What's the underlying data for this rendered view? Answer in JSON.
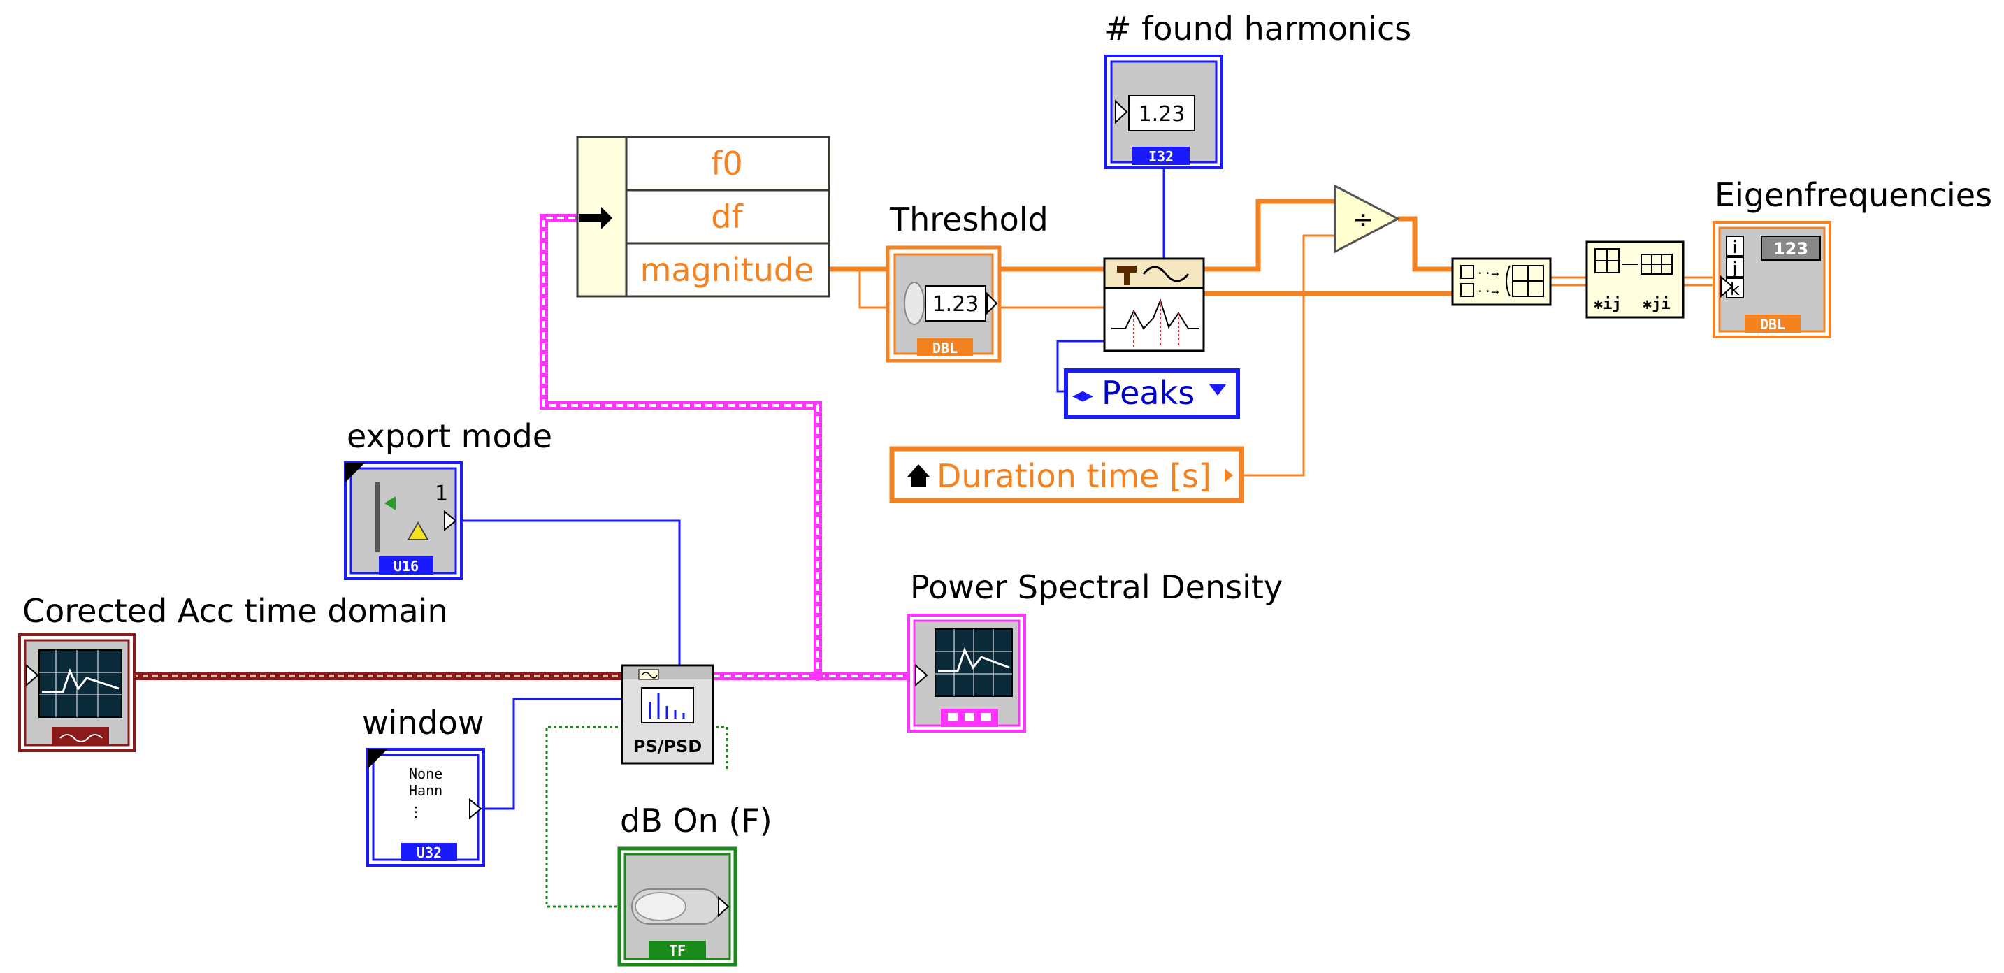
{
  "labels": {
    "found_harmonics": "# found harmonics",
    "threshold": "Threshold",
    "eigenfrequencies": "Eigenfrequencies",
    "export_mode": "export mode",
    "corrected_acc": "Corected Acc time domain",
    "power_spectral_density": "Power Spectral Density",
    "window": "window",
    "db_on": "dB On (F)"
  },
  "unbundle": {
    "items": [
      "f0",
      "df",
      "magnitude"
    ]
  },
  "indicators": {
    "found_harmonics": {
      "value": "1.23",
      "type": "I32"
    },
    "threshold": {
      "value": "1.23",
      "type": "DBL"
    },
    "eigenfrequencies": {
      "value": "123",
      "type": "DBL",
      "indices": [
        "i",
        "j",
        "k"
      ]
    },
    "export_mode": {
      "value": "1",
      "type": "U16"
    },
    "power_spectral_density": {
      "type": ""
    },
    "window": {
      "options": [
        "None",
        "Hann",
        "⋮"
      ],
      "type": "U32"
    },
    "db_on": {
      "type": "TF"
    }
  },
  "constants": {
    "peaks": "Peaks",
    "duration_time": "Duration time [s]"
  },
  "nodes": {
    "ps_psd": "PS/PSD",
    "divide": "÷"
  },
  "colors": {
    "orange": "#f58220",
    "blue": "#1a1aff",
    "pink": "#ff33ff",
    "brown": "#8b1a1a",
    "green": "#1a8a1a"
  }
}
